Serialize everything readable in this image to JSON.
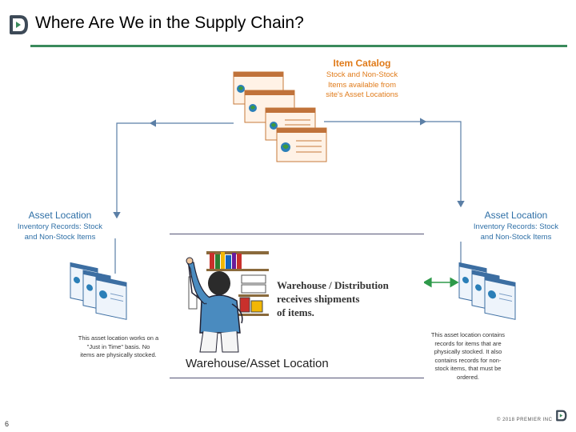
{
  "slide": {
    "title": "Where Are We in the Supply Chain?",
    "page_number": "6",
    "copyright": "© 2018 PREMIER INC"
  },
  "catalog": {
    "heading": "Item Catalog",
    "lines": [
      "Stock and Non-Stock",
      "Items available from",
      "site's Asset Locations"
    ]
  },
  "left_location": {
    "heading": "Asset Location",
    "lines": [
      "Inventory Records: Stock",
      "and Non-Stock Items"
    ],
    "note": [
      "This asset location works on a",
      "\"Just in Time\" basis. No",
      "items are physically stocked."
    ]
  },
  "right_location": {
    "heading": "Asset Location",
    "lines": [
      "Inventory Records: Stock",
      "and Non-Stock Items"
    ],
    "note": [
      "This asset location contains",
      "records for items that are",
      "physically stocked. It also",
      "contains records for non-",
      "stock items, that must be",
      "ordered."
    ]
  },
  "warehouse": {
    "caption_lines": [
      "Warehouse / Distribution",
      "receives shipments",
      "of items."
    ],
    "label": "Warehouse/Asset Location"
  },
  "colors": {
    "accent_green": "#3a8a5c",
    "arrow_blue": "#5b7fa6",
    "arrow_green": "#2e9a4a",
    "catalog_orange": "#e07b1a",
    "location_blue": "#2e6fa6"
  }
}
